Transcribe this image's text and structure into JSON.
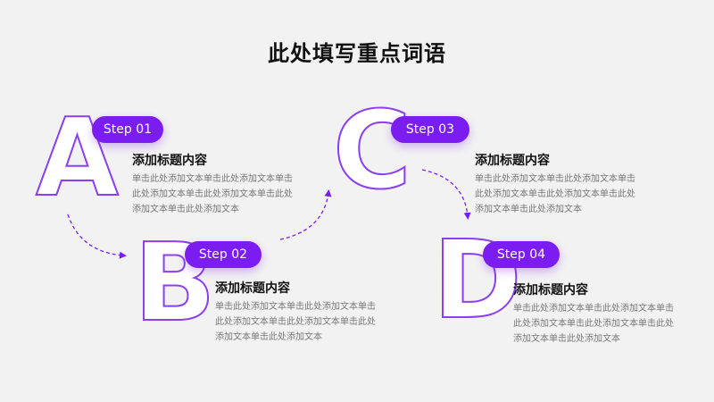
{
  "page": {
    "title": "此处填写重点词语"
  },
  "steps": [
    {
      "letter": "A",
      "label": "Step 01",
      "heading": "添加标题内容",
      "text": "单击此处添加文本单击此处添加文本单击此处添加文本单击此处添加文本单击此处添加文本单击此处添加文本"
    },
    {
      "letter": "B",
      "label": "Step 02",
      "heading": "添加标题内容",
      "text": "单击此处添加文本单击此处添加文本单击此处添加文本单击此处添加文本单击此处添加文本单击此处添加文本"
    },
    {
      "letter": "C",
      "label": "Step 03",
      "heading": "添加标题内容",
      "text": "单击此处添加文本单击此处添加文本单击此处添加文本单击此处添加文本单击此处添加文本单击此处添加文本"
    },
    {
      "letter": "D",
      "label": "Step 04",
      "heading": "添加标题内容",
      "text": "单击此处添加文本单击此处添加文本单击此处添加文本单击此处添加文本单击此处添加文本单击此处添加文本"
    }
  ],
  "colors": {
    "accent": "#7b1cf0",
    "outline": "#8a3ff0",
    "background": "#f2f2f2"
  }
}
